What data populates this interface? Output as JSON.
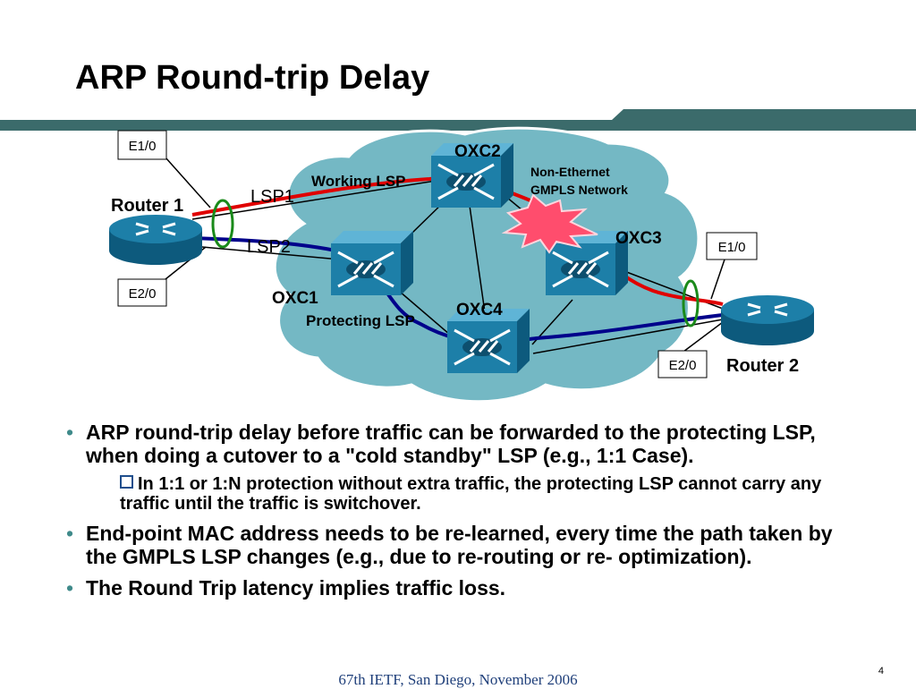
{
  "title": "ARP Round-trip Delay",
  "colors": {
    "accent_bar": "#3b6b6b",
    "cloud": "#74b8c4",
    "working_lsp": "#e00000",
    "protecting_lsp": "#00008b",
    "switch": "#1d7fa8",
    "router": "#1d7fa8",
    "fault": "#ff4d6d"
  },
  "diagram": {
    "nodes": {
      "router1": "Router 1",
      "router2": "Router 2",
      "oxc1": "OXC1",
      "oxc2": "OXC2",
      "oxc3": "OXC3",
      "oxc4": "OXC4"
    },
    "labels": {
      "lsp1": "LSP1",
      "lsp2": "LSP2",
      "working_lsp": "Working LSP",
      "protecting_lsp": "Protecting LSP",
      "network_line1": "Non-Ethernet",
      "network_line2": "GMPLS Network"
    },
    "interfaces": {
      "r1_e10": "E1/0",
      "r1_e20": "E2/0",
      "r2_e10": "E1/0",
      "r2_e20": "E2/0"
    },
    "icons": [
      "router-icon",
      "optical-cross-connect-icon",
      "fault-burst-icon"
    ]
  },
  "bullets": [
    {
      "text": "ARP round-trip delay before traffic can be forwarded to the protecting LSP, when doing a cutover to a \"cold standby\" LSP (e.g., 1:1 Case).",
      "sub": "In 1:1 or 1:N protection without extra traffic, the protecting LSP cannot carry any traffic until the traffic is switchover."
    },
    {
      "text": "End-point MAC address needs to be re-learned, every time the path taken by the GMPLS LSP changes (e.g., due to re-routing or re- optimization)."
    },
    {
      "text": "The Round Trip latency implies traffic loss."
    }
  ],
  "bullet_marker": "•",
  "footer": "67th IETF, San Diego, November 2006",
  "page_number": "4"
}
